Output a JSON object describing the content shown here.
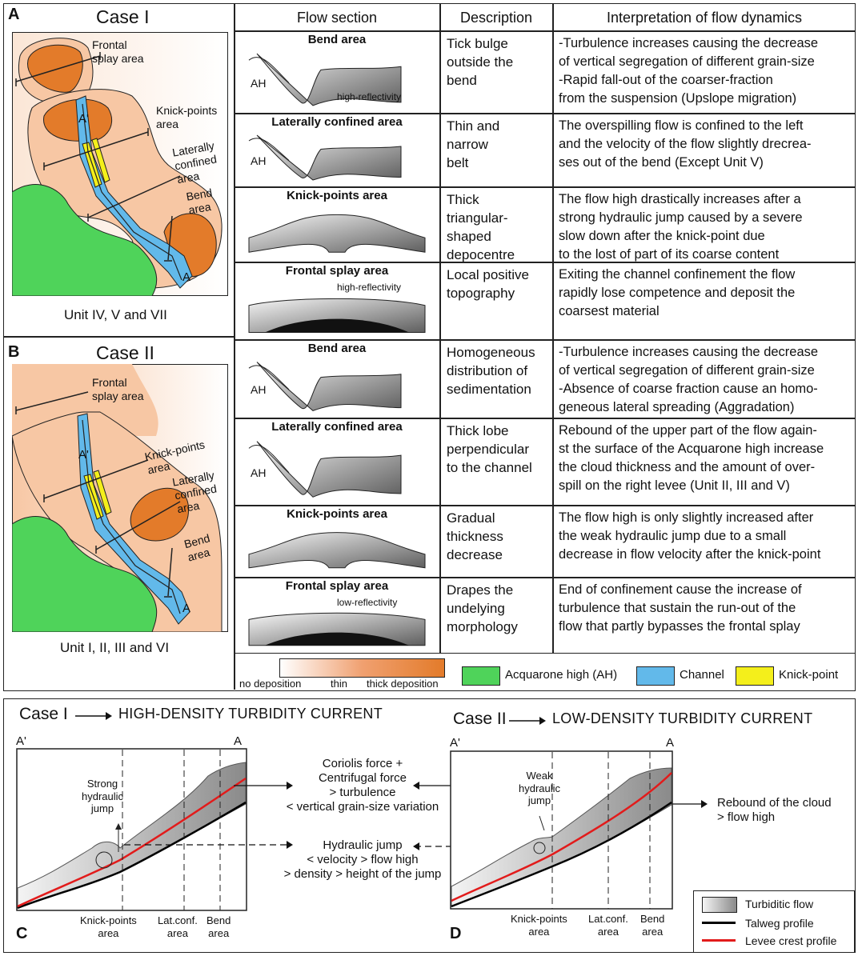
{
  "panel_letters": {
    "a": "A",
    "b": "B",
    "c": "C",
    "d": "D"
  },
  "case1": {
    "title": "Case I",
    "units": "Unit IV, V and VII"
  },
  "case2": {
    "title": "Case II",
    "units": "Unit I, II, III and VI"
  },
  "map_labels": {
    "frontal": "Frontal\nsplay area",
    "knick": "Knick-points\narea",
    "lateral": "Laterally\nconfined\narea",
    "bend": "Bend\narea",
    "a_prime": "A'",
    "a": "A"
  },
  "table": {
    "headers": [
      "Flow section",
      "Description",
      "Interpretation of flow dynamics"
    ],
    "rows": [
      {
        "section": "Bend area",
        "description": "Tick bulge\noutside the\nbend",
        "interpretation": "-Turbulence increases causing the decrease\nof vertical segregation of different grain-size\n-Rapid fall-out of the coarser-fraction\nfrom the suspension (Upslope migration)",
        "annot": "high-reflectivity",
        "ah": "AH"
      },
      {
        "section": "Laterally confined area",
        "description": "Thin and\nnarrow\nbelt",
        "interpretation": "The overspilling flow is confined to the left\nand the velocity of the flow slightly drecrea-\nses out of the bend (Except Unit V)",
        "ah": "AH"
      },
      {
        "section": "Knick-points area",
        "description": "Thick\ntriangular-\nshaped\ndepocentre",
        "interpretation": "The flow high drastically increases after a\nstrong  hydraulic jump caused by a severe\nslow down after the knick-point due\nto the lost of part of its coarse content"
      },
      {
        "section": "Frontal splay area",
        "description": "Local positive\ntopography",
        "interpretation": "Exiting the channel confinement the flow\nrapidly lose competence and deposit the\ncoarsest material",
        "annot": "high-reflectivity"
      },
      {
        "section": "Bend area",
        "description": "Homogeneous\ndistribution of\nsedimentation",
        "interpretation": "-Turbulence increases causing the decrease\nof vertical segregation of different grain-size\n-Absence of coarse fraction cause an homo-\ngeneous lateral spreading (Aggradation)",
        "ah": "AH"
      },
      {
        "section": "Laterally confined area",
        "description": "Thick lobe\nperpendicular\nto the channel",
        "interpretation": "Rebound of the upper part of the flow again-\nst the surface of the Acquarone high increase\nthe cloud thickness and the amount of over-\nspill on the right levee (Unit II, III and V)",
        "ah": "AH"
      },
      {
        "section": "Knick-points area",
        "description": "Gradual\nthickness\ndecrease",
        "interpretation": "The flow high is only slightly increased after\nthe weak hydraulic jump due  to a small\ndecrease in flow velocity after the knick-point"
      },
      {
        "section": "Frontal splay area",
        "description": "Drapes the\nundelying\nmorphology",
        "interpretation": "End of confinement cause the increase of\nturbulence that sustain the run-out of the\nflow that partly bypasses the frontal splay",
        "annot": "low-reflectivity"
      }
    ]
  },
  "legend_top": {
    "gradient_labels": [
      "no deposition",
      "thin",
      "thick deposition"
    ],
    "items": [
      {
        "label": "Acquarone high (AH)",
        "color": "#4fd35a"
      },
      {
        "label": "Channel",
        "color": "#62b9ea"
      },
      {
        "label": "Knick-point",
        "color": "#f4ef1b"
      }
    ],
    "colors": {
      "light": "#f7c7a4",
      "mid": "#f0a070",
      "dark": "#e37b2a"
    }
  },
  "bottom": {
    "case1_title": "Case I",
    "case1_type": "HIGH-DENSITY TURBIDITY CURRENT",
    "case2_title": "Case II",
    "case2_type": "LOW-DENSITY TURBIDITY CURRENT",
    "a_prime": "A'",
    "a": "A",
    "strong_jump": "Strong\nhydraulic\njump",
    "weak_jump": "Weak\nhydraulic\njump",
    "center_top": "Coriolis force +\nCentrifugal force\n> turbulence\n< vertical grain-size variation",
    "center_bottom": "Hydraulic jump\n< velocity > flow high\n> density > height of the jump",
    "rebound": "Rebound of the cloud\n> flow high",
    "axis_labels": [
      "Knick-points\narea",
      "Lat.conf.\narea",
      "Bend\narea"
    ],
    "legend": [
      {
        "label": "Turbiditic flow"
      },
      {
        "label": "Talweg profile",
        "color": "#000000"
      },
      {
        "label": "Levee crest profile",
        "color": "#e21b1b"
      }
    ]
  }
}
